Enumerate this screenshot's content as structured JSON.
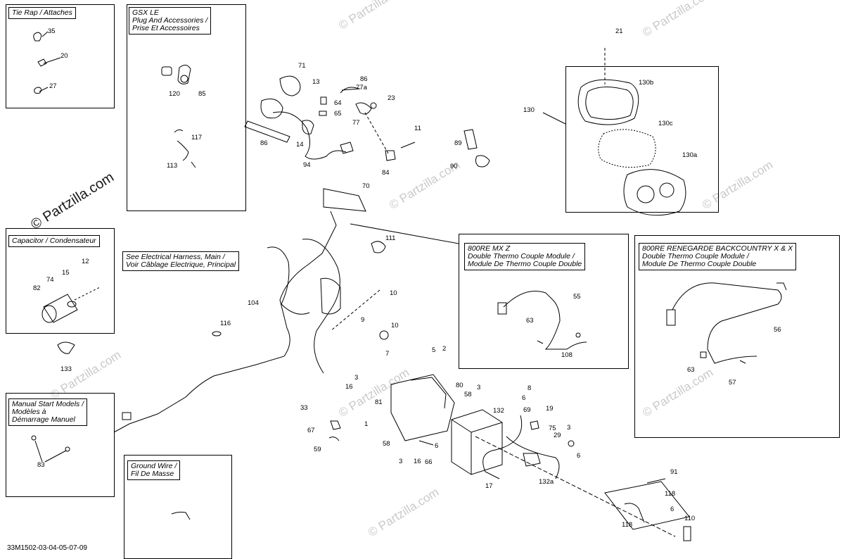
{
  "watermarks": {
    "big": "© Partzilla.com",
    "small": [
      "© Partzilla.com",
      "© Partzilla.com",
      "© Partzilla.com",
      "© Partzilla.com",
      "© Partzilla.com",
      "© Partzilla.com",
      "© Partzilla.com",
      "© Partzilla.com"
    ]
  },
  "boxes": {
    "tie_rap": "Tie Rap / Attaches",
    "gsx": "GSX LE\nPlug And Accessories /\nPrise Et Accessoires",
    "capacitor": "Capacitor / Condensateur",
    "harness": "See Electrical Harness, Main /\nVoir Câblage Electrique, Principal",
    "manual": "Manual Start Models /\nModèles à\nDémarrage Manuel",
    "ground": "Ground Wire /\nFil De Masse",
    "mxz": "800RE MX Z\nDouble Thermo Couple Module /\nModule De Thermo Couple Double",
    "renegade": "800RE RENEGARDE BACKCOUNTRY X & X\nDouble Thermo Couple Module /\nModule De Thermo Couple Double"
  },
  "footer": "33M1502-03-04-05-07-09",
  "callouts": [
    "35",
    "20",
    "27",
    "120",
    "85",
    "117",
    "113",
    "71",
    "13",
    "86",
    "77a",
    "23",
    "64",
    "65",
    "77",
    "86",
    "14",
    "94",
    "11",
    "84",
    "89",
    "90",
    "21",
    "130b",
    "130",
    "130c",
    "130a",
    "70",
    "111",
    "12",
    "74",
    "15",
    "82",
    "133",
    "104",
    "10",
    "116",
    "9",
    "10",
    "7",
    "5",
    "2",
    "3",
    "16",
    "80",
    "3",
    "58",
    "81",
    "33",
    "67",
    "59",
    "1",
    "58",
    "132",
    "3",
    "16",
    "66",
    "6",
    "8",
    "6",
    "69",
    "19",
    "75",
    "29",
    "3",
    "6",
    "132a",
    "17",
    "91",
    "118",
    "118",
    "6",
    "110",
    "55",
    "63",
    "108",
    "56",
    "63",
    "57",
    "83"
  ]
}
